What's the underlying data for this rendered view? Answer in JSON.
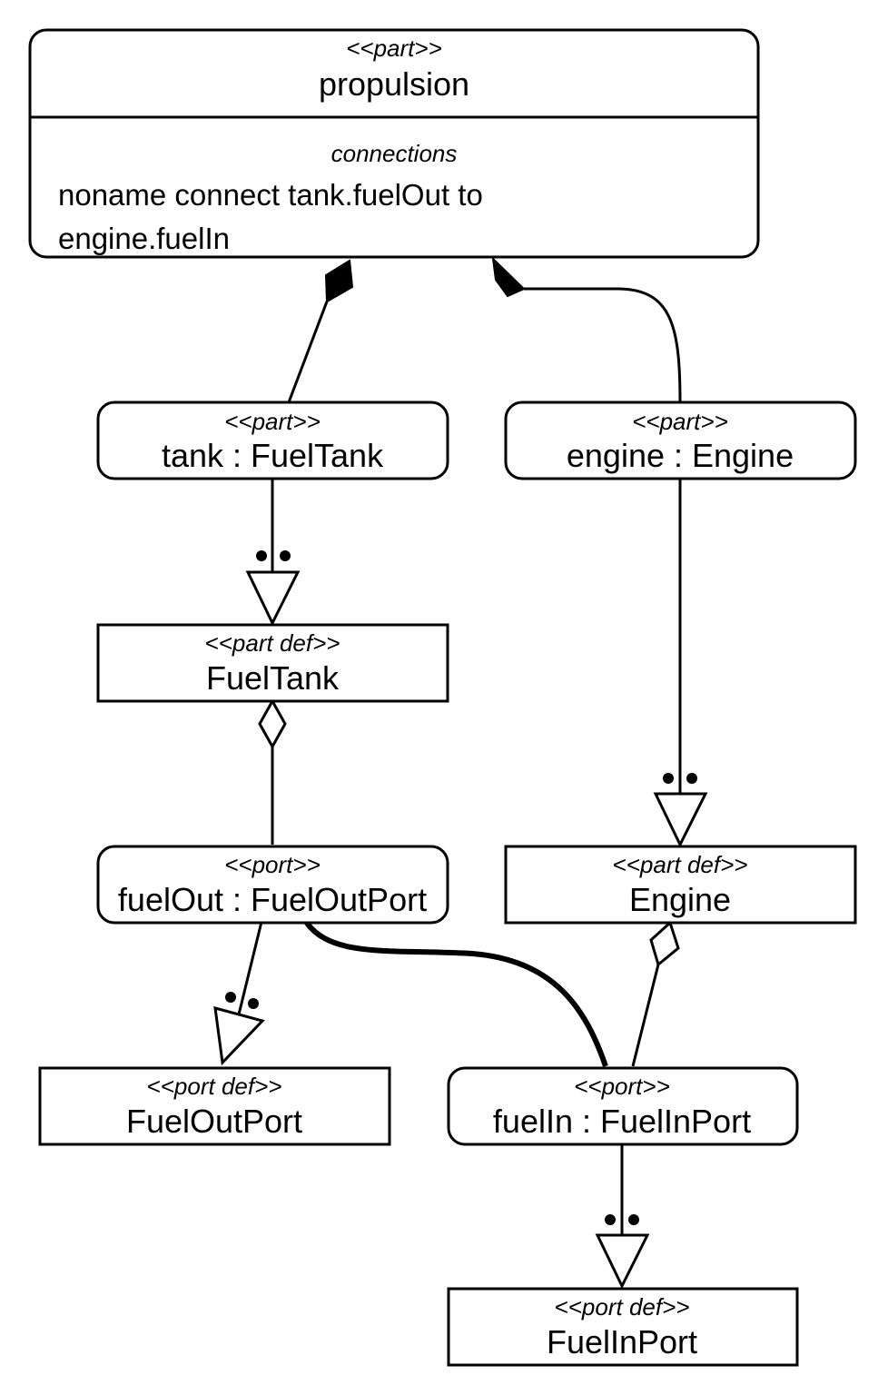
{
  "nodes": {
    "propulsion": {
      "stereotype": "<<part>>",
      "name": "propulsion",
      "compartment_title": "connections",
      "compartment_lines": [
        "noname connect tank.fuelOut to",
        "engine.fuelIn"
      ]
    },
    "tank": {
      "stereotype": "<<part>>",
      "name": "tank : FuelTank"
    },
    "engine": {
      "stereotype": "<<part>>",
      "name": "engine : Engine"
    },
    "fueltank_def": {
      "stereotype": "<<part def>>",
      "name": "FuelTank"
    },
    "engine_def": {
      "stereotype": "<<part def>>",
      "name": "Engine"
    },
    "fuelout": {
      "stereotype": "<<port>>",
      "name": "fuelOut : FuelOutPort"
    },
    "fuelin": {
      "stereotype": "<<port>>",
      "name": "fuelIn : FuelInPort"
    },
    "fueloutport_def": {
      "stereotype": "<<port def>>",
      "name": "FuelOutPort"
    },
    "fuelinport_def": {
      "stereotype": "<<port def>>",
      "name": "FuelInPort"
    }
  },
  "edges": [
    {
      "from": "propulsion",
      "to": "tank",
      "kind": "composition"
    },
    {
      "from": "propulsion",
      "to": "engine",
      "kind": "composition"
    },
    {
      "from": "tank",
      "to": "fueltank_def",
      "kind": "defined-by"
    },
    {
      "from": "engine",
      "to": "engine_def",
      "kind": "defined-by"
    },
    {
      "from": "fueltank_def",
      "to": "fuelout",
      "kind": "aggregation"
    },
    {
      "from": "engine_def",
      "to": "fuelin",
      "kind": "aggregation"
    },
    {
      "from": "fuelout",
      "to": "fueloutport_def",
      "kind": "defined-by"
    },
    {
      "from": "fuelin",
      "to": "fuelinport_def",
      "kind": "defined-by"
    },
    {
      "from": "fuelout",
      "to": "fuelin",
      "kind": "connection"
    }
  ]
}
